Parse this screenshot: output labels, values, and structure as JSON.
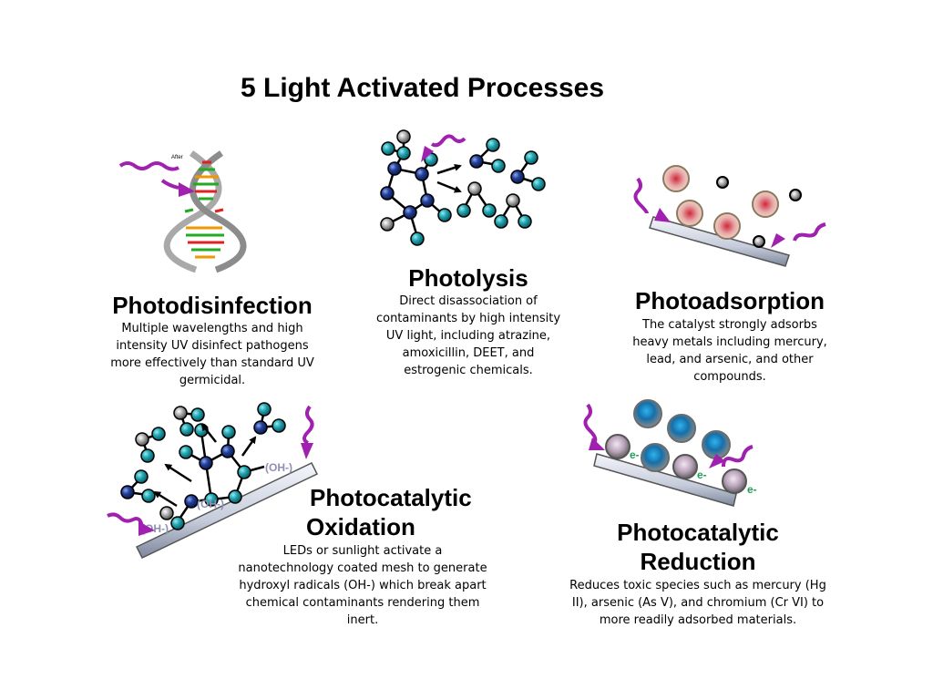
{
  "title": "5 Light Activated Processes",
  "dna_label": "After",
  "ion_label": "(OH-)",
  "electron_label": "e-",
  "colors": {
    "light_arrow": "#a020b0",
    "atom_teal": "#1ba6b0",
    "atom_blue": "#1f3f9a",
    "atom_gray": "#8c8c8c",
    "bond": "#000000",
    "plate_light": "#e6eaf2",
    "plate_dark": "#8e96aa",
    "adsorbed_red": "#d8505e",
    "reduction_blue": "#1577b0",
    "electron_green": "#1f9e55"
  },
  "processes": {
    "photodisinfection": {
      "heading": "Photodisinfection",
      "lines": [
        "Multiple wavelengths and high",
        "intensity UV disinfect pathogens",
        "more effectively than standard UV",
        "germicidal."
      ]
    },
    "photolysis": {
      "heading": "Photolysis",
      "lines": [
        "Direct disassociation of",
        "contaminants by high intensity",
        "UV light, including atrazine,",
        "amoxicillin, DEET, and",
        "estrogenic chemicals."
      ]
    },
    "photoadsorption": {
      "heading": "Photoadsorption",
      "lines": [
        "The catalyst strongly adsorbs",
        "heavy metals including mercury,",
        "lead, and arsenic, and other",
        "compounds."
      ]
    },
    "photocatalytic_oxidation": {
      "heading_line1": "Photocatalytic",
      "heading_line2": "Oxidation",
      "lines": [
        "LEDs or sunlight activate a",
        "nanotechnology coated mesh to generate",
        "hydroxyl radicals (OH-) which break apart",
        "chemical contaminants rendering them",
        "inert."
      ]
    },
    "photocatalytic_reduction": {
      "heading_line1": "Photocatalytic",
      "heading_line2": "Reduction",
      "lines": [
        "Reduces toxic species such as mercury (Hg",
        "II), arsenic (As V), and chromium (Cr VI) to",
        "more readily adsorbed materials."
      ]
    }
  }
}
